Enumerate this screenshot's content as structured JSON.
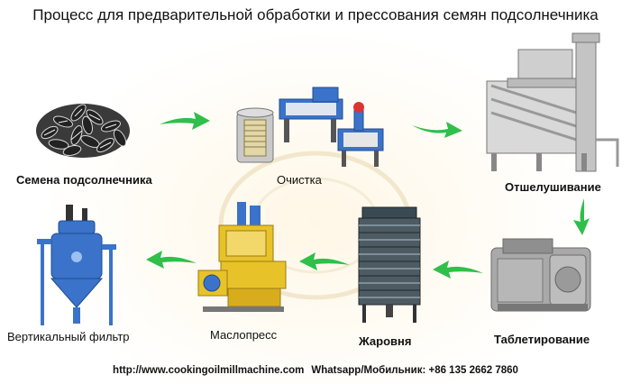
{
  "title": "Процесс для предварительной обработки и прессования семян подсолнечника",
  "steps": [
    {
      "label": "Семена подсолнечника",
      "icon": "sunflower-seeds-icon"
    },
    {
      "label": "Очистка",
      "icon": "cleaning-machine-icon"
    },
    {
      "label": "Отшелушивание",
      "icon": "dehulling-machine-icon"
    },
    {
      "label": "Таблетирование",
      "icon": "flaking-machine-icon"
    },
    {
      "label": "Жаровня",
      "icon": "cooker-icon"
    },
    {
      "label": "Маслопресс",
      "icon": "oil-press-icon"
    },
    {
      "label": "Вертикальный фильтр",
      "icon": "vertical-filter-icon"
    }
  ],
  "footer": {
    "website": "http://www.cookingoilmillmachine.com",
    "contact": "Whatsapp/Мобильник: +86 135 2662 7860"
  },
  "colors": {
    "arrow": "#2fbf4a",
    "machine_blue": "#3a73c9",
    "machine_yellow": "#e8c229",
    "machine_gray": "#a9a9a9",
    "watermark": "#f0e6cf"
  }
}
